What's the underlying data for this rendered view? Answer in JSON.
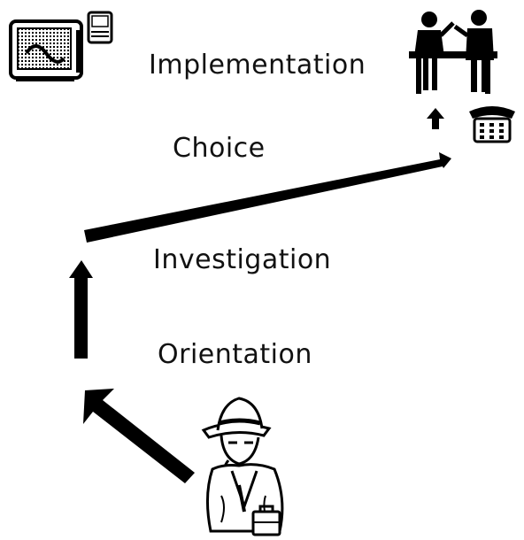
{
  "stages": {
    "implementation": "Implementation",
    "choice": "Choice",
    "investigation": "Investigation",
    "orientation": "Orientation"
  },
  "colors": {
    "ink": "#000000",
    "background": "#ffffff"
  },
  "icons": [
    "computer-monitor-icon",
    "small-monitor-icon",
    "meeting-people-icon",
    "small-up-arrow-icon",
    "telephone-icon",
    "detective-figure-icon"
  ]
}
